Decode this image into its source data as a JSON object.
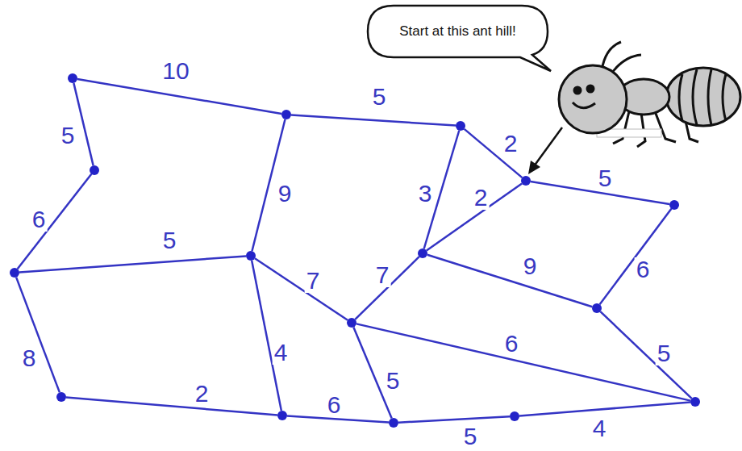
{
  "diagram": {
    "nodes": [
      {
        "text": [
          "Start at this ant hill!"
        ]
      },
      {
        "text": []
      },
      {
        "text": []
      },
      {
        "text": []
      },
      {
        "text": []
      },
      {
        "text": []
      },
      {
        "text": []
      },
      {
        "text": []
      },
      {
        "text": []
      },
      {
        "text": []
      },
      {
        "text": []
      },
      {
        "text": []
      },
      {
        "text": []
      },
      {
        "text": []
      },
      {
        "text": []
      },
      {
        "text": []
      },
      {
        "text": []
      }
    ],
    "edges": [
      {
        "from": 1,
        "to": 2,
        "arrow": "none",
        "label": "10"
      },
      {
        "from": 1,
        "to": 6,
        "arrow": "none",
        "label": "5"
      },
      {
        "from": 6,
        "to": 7,
        "arrow": "none",
        "label": "6"
      },
      {
        "from": 2,
        "to": 3,
        "arrow": "none",
        "label": "5"
      },
      {
        "from": 2,
        "to": 8,
        "arrow": "none",
        "label": "9"
      },
      {
        "from": 3,
        "to": 4,
        "arrow": "none",
        "label": "2"
      },
      {
        "from": 3,
        "to": 9,
        "arrow": "none",
        "label": "3"
      },
      {
        "from": 4,
        "to": 9,
        "arrow": "none",
        "label": "2"
      },
      {
        "from": 4,
        "to": 5,
        "arrow": "none",
        "label": "5"
      },
      {
        "from": 5,
        "to": 10,
        "arrow": "none",
        "label": "6"
      },
      {
        "from": 7,
        "to": 8,
        "arrow": "none",
        "label": "5"
      },
      {
        "from": 7,
        "to": 12,
        "arrow": "none",
        "label": "8"
      },
      {
        "from": 8,
        "to": 11,
        "arrow": "none",
        "label": "7"
      },
      {
        "from": 8,
        "to": 13,
        "arrow": "none",
        "label": "4"
      },
      {
        "from": 9,
        "to": 11,
        "arrow": "none",
        "label": "7"
      },
      {
        "from": 9,
        "to": 10,
        "arrow": "none",
        "label": "9"
      },
      {
        "from": 11,
        "to": 14,
        "arrow": "none",
        "label": "5"
      },
      {
        "from": 11,
        "to": 16,
        "arrow": "none",
        "label": "6"
      },
      {
        "from": 10,
        "to": 16,
        "arrow": "none",
        "label": "5"
      },
      {
        "from": 12,
        "to": 13,
        "arrow": "none",
        "label": "2"
      },
      {
        "from": 13,
        "to": 14,
        "arrow": "none",
        "label": "6"
      },
      {
        "from": 14,
        "to": 15,
        "arrow": "none",
        "label": "5"
      },
      {
        "from": 15,
        "to": 16,
        "arrow": "none",
        "label": "4"
      }
    ]
  }
}
